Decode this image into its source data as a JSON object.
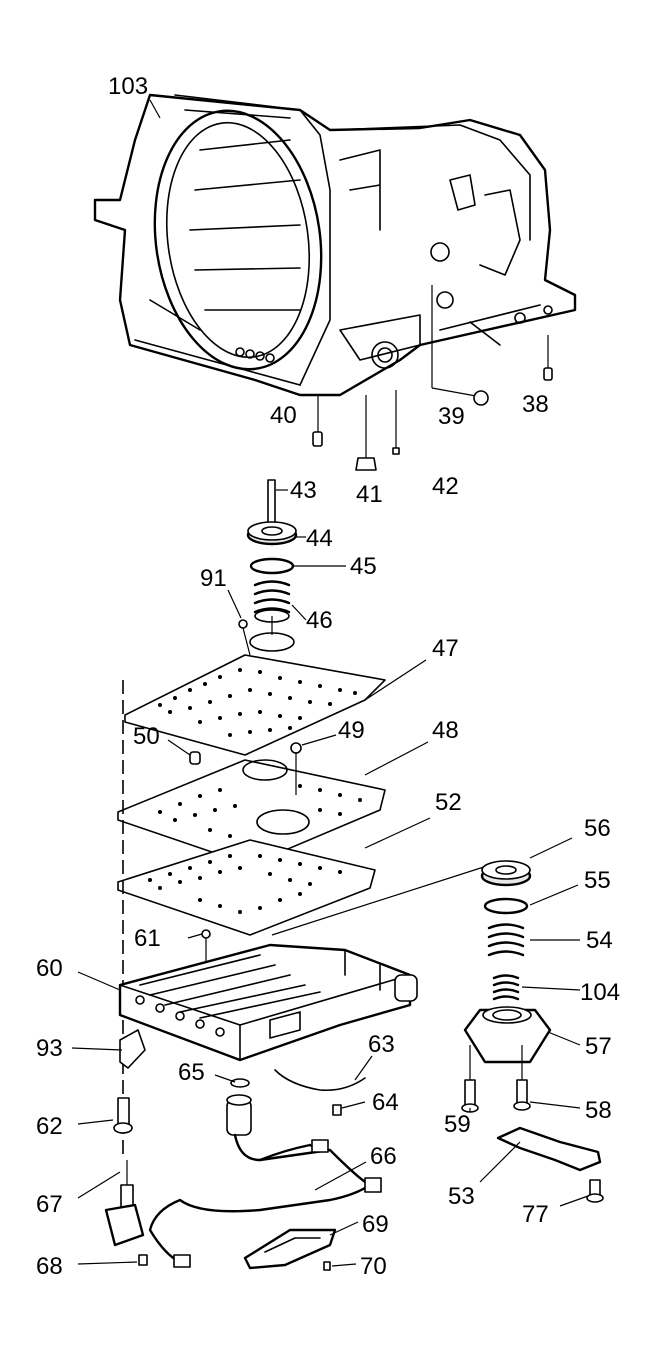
{
  "callouts": {
    "c103": "103",
    "c38": "38",
    "c39": "39",
    "c40": "40",
    "c41": "41",
    "c42": "42",
    "c43": "43",
    "c44": "44",
    "c45": "45",
    "c46": "46",
    "c91": "91",
    "c47": "47",
    "c48": "48",
    "c49": "49",
    "c50": "50",
    "c52": "52",
    "c56": "56",
    "c55": "55",
    "c54": "54",
    "c104": "104",
    "c61": "61",
    "c60": "60",
    "c57": "57",
    "c93": "93",
    "c63": "63",
    "c65": "65",
    "c64": "64",
    "c59": "59",
    "c58": "58",
    "c62": "62",
    "c66": "66",
    "c53": "53",
    "c67": "67",
    "c77": "77",
    "c69": "69",
    "c68": "68",
    "c70": "70"
  }
}
